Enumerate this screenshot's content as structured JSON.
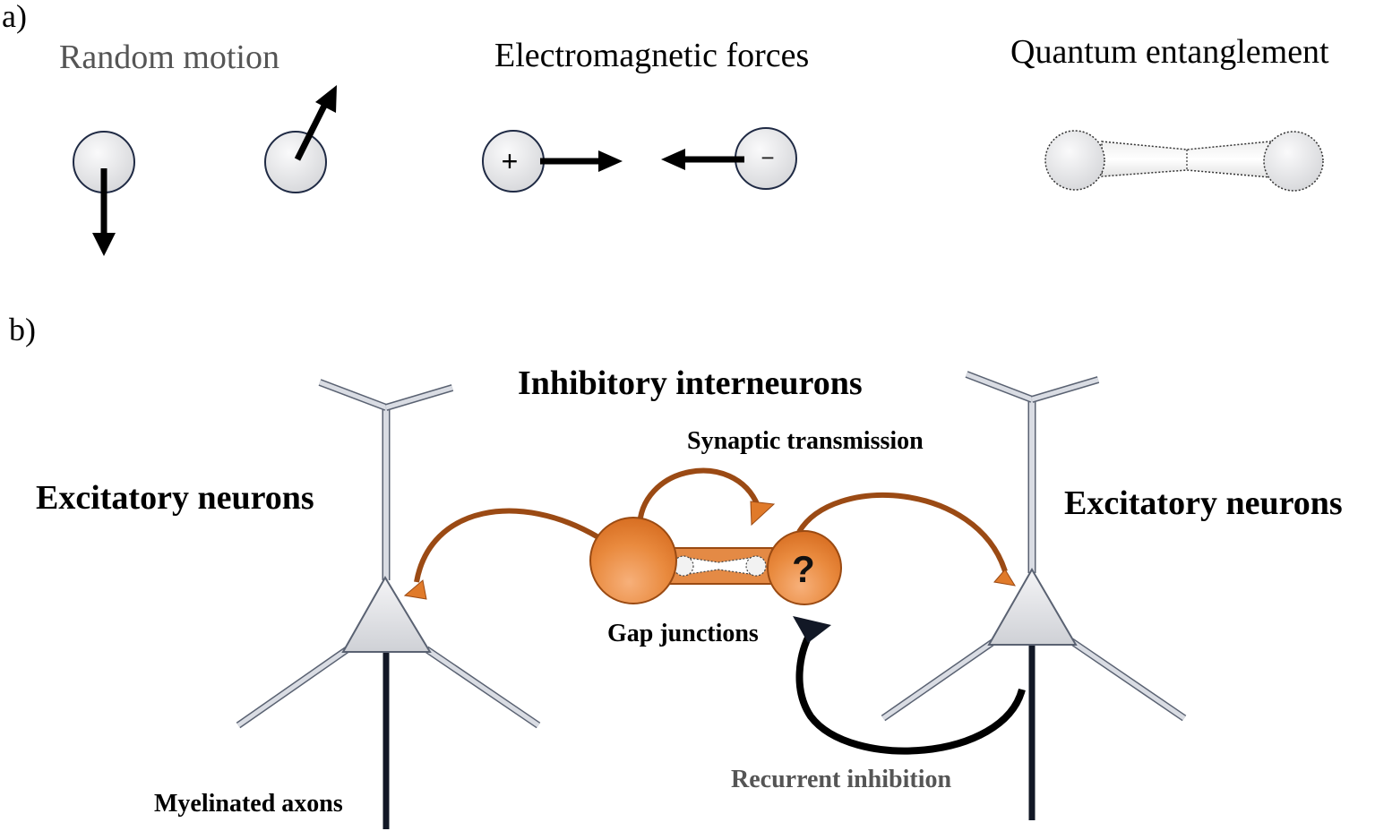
{
  "panel_a": {
    "label": "a)",
    "random_motion": {
      "title": "Random motion"
    },
    "electromagnetic": {
      "title": "Electromagnetic forces",
      "positive_sign": "+",
      "negative_sign": "−"
    },
    "quantum": {
      "title": "Quantum entanglement"
    }
  },
  "panel_b": {
    "label": "b)",
    "inhibitory_title": "Inhibitory interneurons",
    "synaptic_label": "Synaptic transmission",
    "excitatory_left": "Excitatory neurons",
    "excitatory_right": "Excitatory neurons",
    "gap_label": "Gap junctions",
    "question_mark": "?",
    "recurrent_label": "Recurrent inhibition",
    "axons_label": "Myelinated axons"
  },
  "colors": {
    "orange": "#E07A2A",
    "orange_dark": "#9A4A12",
    "brown_arrow": "#9B4A14",
    "dendrite_fill": "#D9DCE3",
    "dendrite_stroke": "#5A6272",
    "axon": "#121826",
    "particle_fill": "#E9E9EB",
    "particle_stroke": "#1F2A44",
    "text_gray": "#555555",
    "text_black": "#000000"
  }
}
